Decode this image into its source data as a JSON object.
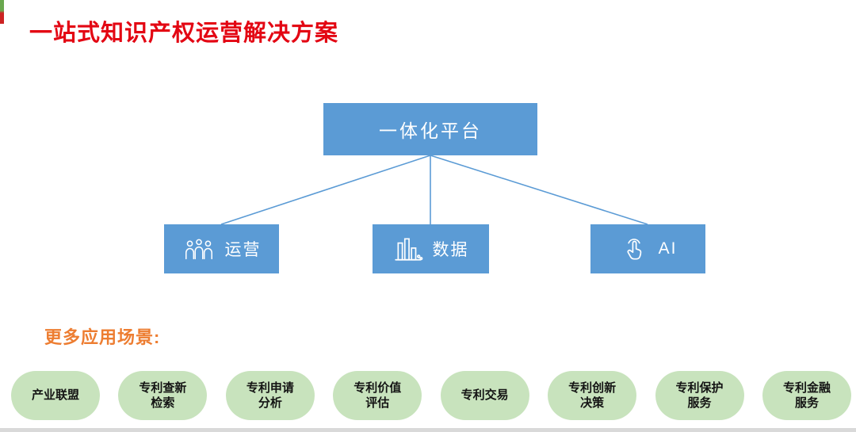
{
  "page": {
    "title": "一站式知识产权运营解决方案"
  },
  "colors": {
    "title_red": "#e30613",
    "box_blue": "#5B9BD5",
    "heading_orange": "#ED7D31",
    "pill_green": "#c8e3bd"
  },
  "diagram": {
    "root": {
      "label": "一体化平台"
    },
    "children": [
      {
        "label": "运营",
        "icon": "people-icon"
      },
      {
        "label": "数据",
        "icon": "bar-chart-icon"
      },
      {
        "label": "AI",
        "icon": "touch-icon"
      }
    ]
  },
  "more": {
    "heading": "更多应用场景:",
    "pills": [
      {
        "l1": "产业联盟"
      },
      {
        "l1": "专利查新",
        "l2": "检索"
      },
      {
        "l1": "专利申请",
        "l2": "分析"
      },
      {
        "l1": "专利价值",
        "l2": "评估"
      },
      {
        "l1": "专利交易"
      },
      {
        "l1": "专利创新",
        "l2": "决策"
      },
      {
        "l1": "专利保护",
        "l2": "服务"
      },
      {
        "l1": "专利金融",
        "l2": "服务"
      }
    ]
  }
}
